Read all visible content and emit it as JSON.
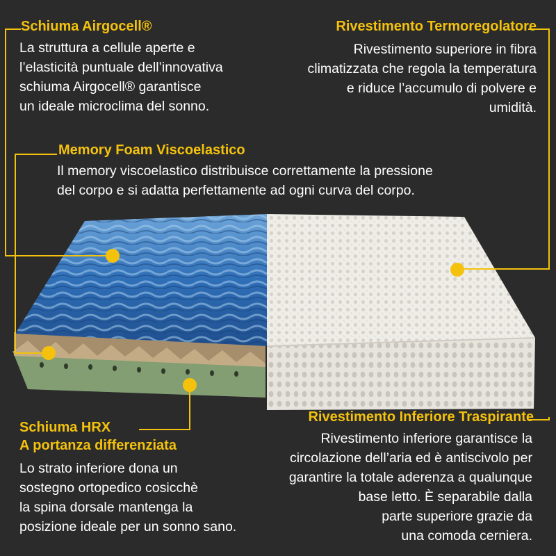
{
  "colors": {
    "background": "#2b2b2b",
    "accent": "#f4c20d",
    "text": "#ffffff",
    "cover": "#eeece6",
    "foam_blue": "#3a78c4",
    "foam_green": "#8fa97d"
  },
  "callouts": {
    "airgocell": {
      "title": "Schiuma Airgocell®",
      "lines": [
        "La struttura a cellule aperte e",
        "l’elasticità puntuale dell’innovativa",
        "schiuma Airgocell® garantisce",
        "un ideale microclima del sonno."
      ]
    },
    "termoregolatore": {
      "title": "Rivestimento Termoregolatore",
      "lines": [
        "Rivestimento superiore in fibra",
        "climatizzata che regola la temperatura",
        "e riduce l’accumulo di polvere e",
        "umidità."
      ]
    },
    "memory": {
      "title": "Memory Foam Viscoelastico",
      "lines": [
        "Il memory viscoelastico distribuisce correttamente la pressione",
        "del corpo e si adatta perfettamente ad ogni curva del corpo."
      ]
    },
    "hrx": {
      "title_lines": [
        "Schiuma HRX",
        "A portanza differenziata"
      ],
      "lines": [
        "Lo strato inferiore dona un",
        "sostegno ortopedico cosicchè",
        "la spina dorsale mantenga la",
        "posizione ideale per un sonno sano."
      ]
    },
    "inferiore": {
      "title": "Rivestimento Inferiore Traspirante",
      "lines": [
        "Rivestimento inferiore garantisce la",
        "circolazione dell’aria ed è antiscivolo per",
        "garantire la totale aderenza a qualunque",
        "base letto. È separabile dalla",
        "parte superiore grazie da",
        "una comoda cerniera."
      ]
    }
  }
}
